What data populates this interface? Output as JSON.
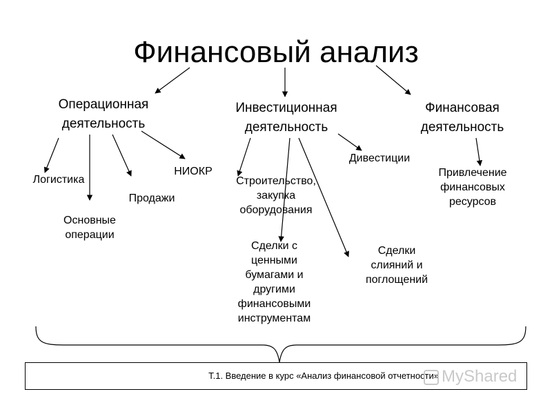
{
  "title": "Финансовый анализ",
  "categories": {
    "operating": "Операционная\nдеятельность",
    "investing": "Инвестиционная\nдеятельность",
    "financing": "Финансовая\nдеятельность"
  },
  "operating_items": {
    "logistics": "Логистика",
    "core_operations": "Основные\nоперации",
    "sales": "Продажи",
    "rnd": "НИОКР"
  },
  "investing_items": {
    "construction": "Строительство,\nзакупка\nоборудования",
    "securities": "Сделки с\nценными\nбумагами и\nдругими\nфинансовыми\nинструментам",
    "divestitures": "Дивестиции",
    "mna": "Сделки\nслияний и\nпоглощений"
  },
  "financing_items": {
    "raising": "Привлечение\nфинансовых\nресурсов"
  },
  "footer": {
    "text": "Т.1.   Введение в курс «Анализ финансовой отчетности»"
  },
  "watermark": {
    "text": "MyShared"
  }
}
